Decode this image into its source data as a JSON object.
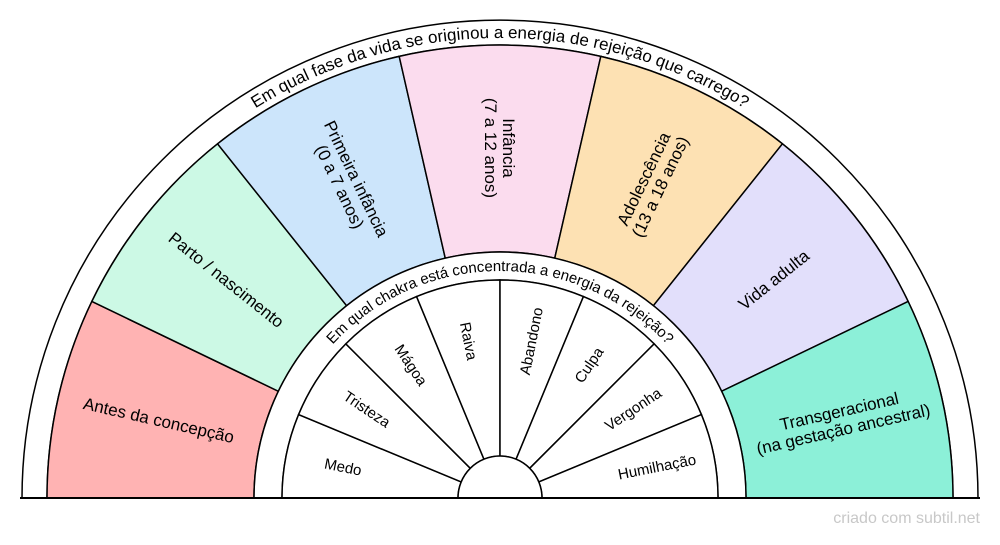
{
  "outer_question": "Em qual fase da vida se originou a energia de rejeição que carrego?",
  "inner_question": "Em qual chakra está concentrada a energia da rejeição?",
  "phases": [
    {
      "lines": [
        "Antes da concepção"
      ],
      "color": "#ffb3b3"
    },
    {
      "lines": [
        "Parto / nascimento"
      ],
      "color": "#ccf9e5"
    },
    {
      "lines": [
        "Primeira infância",
        "(0 a 7 anos)"
      ],
      "color": "#cce5fb"
    },
    {
      "lines": [
        "Infância",
        "(7 a 12 anos)"
      ],
      "color": "#fbdcee"
    },
    {
      "lines": [
        "Adolescência",
        "(13 a 18 anos)"
      ],
      "color": "#fde1b3"
    },
    {
      "lines": [
        "Vida adulta"
      ],
      "color": "#e2dffb"
    },
    {
      "lines": [
        "Transgeracional",
        "(na gestação ancestral)"
      ],
      "color": "#8cf0d8"
    }
  ],
  "emotions": [
    "Medo",
    "Tristeza",
    "Mágoa",
    "Raiva",
    "Abandono",
    "Culpa",
    "Vergonha",
    "Humilhação"
  ],
  "credit": "criado com subtil.net"
}
